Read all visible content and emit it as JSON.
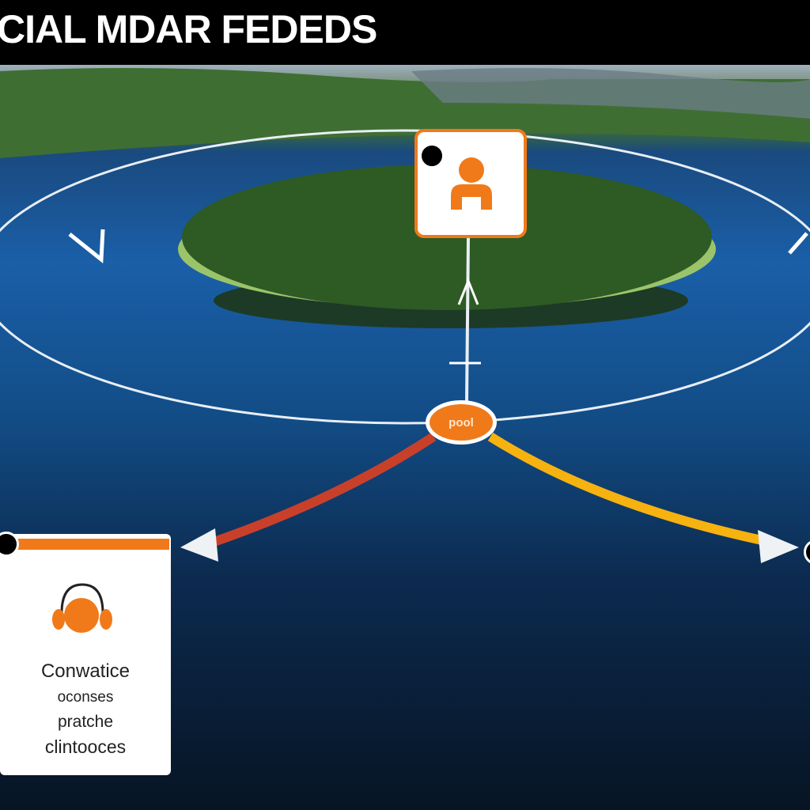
{
  "header": {
    "title": "CIAL MDAR FEDEDS"
  },
  "hub": {
    "label": "pool"
  },
  "left_card": {
    "lines": [
      "Conwatice",
      "oconses",
      "pratche",
      "clintooces"
    ]
  },
  "colors": {
    "accent": "#f07a1a",
    "water": "#1a5fa8",
    "forest": "#2e5a24"
  }
}
